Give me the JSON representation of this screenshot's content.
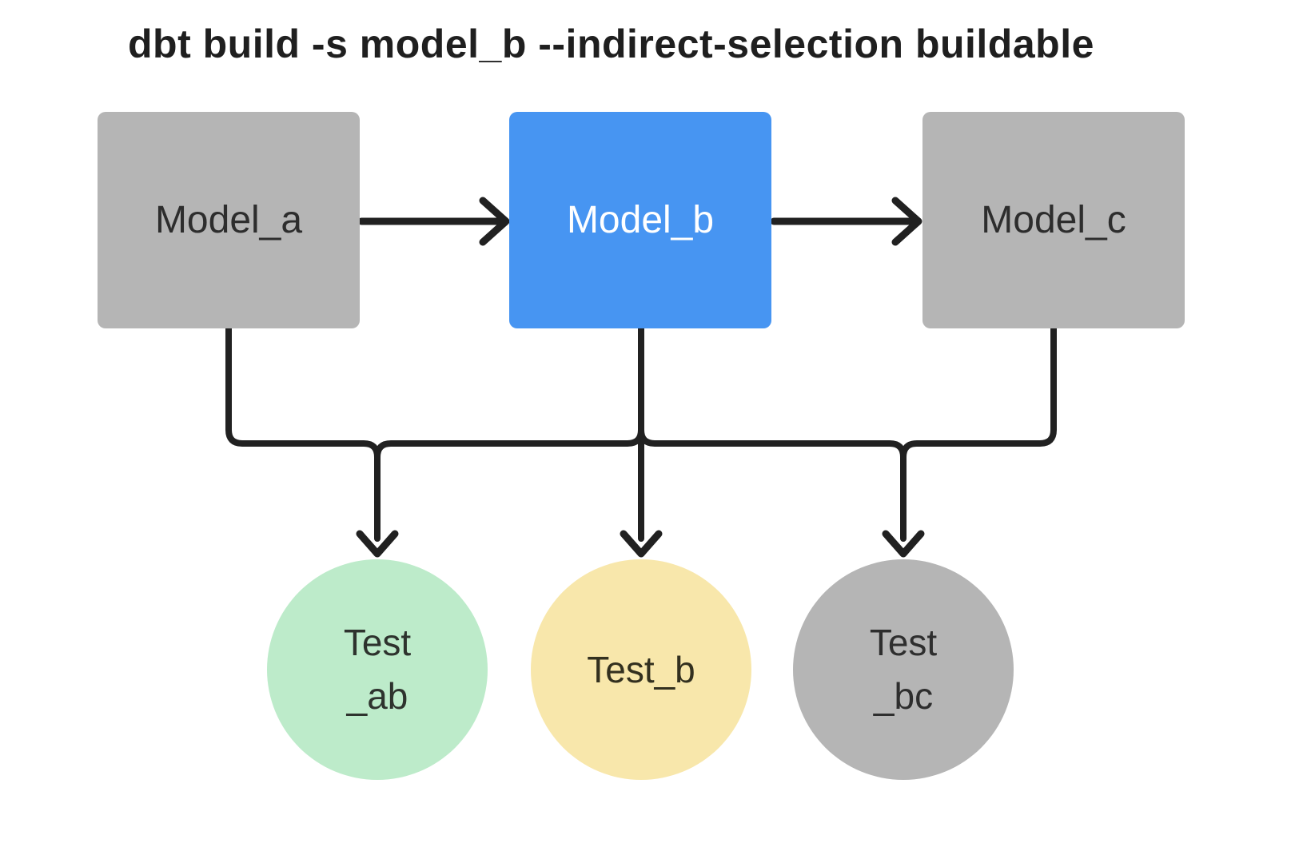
{
  "title": "dbt build -s model_b --indirect-selection buildable",
  "diagram": {
    "line_color": "#212121",
    "nodes": [
      {
        "id": "model-a",
        "label": "Model_a",
        "shape": "rect",
        "fill": "#b5b5b5",
        "text_color": "#2d2d2d",
        "role": "model, not selected"
      },
      {
        "id": "model-b",
        "label": "Model_b",
        "shape": "rect",
        "fill": "#4795f2",
        "text_color": "#ffffff",
        "role": "model, selected"
      },
      {
        "id": "model-c",
        "label": "Model_c",
        "shape": "rect",
        "fill": "#b5b5b5",
        "text_color": "#2d2d2d",
        "role": "model, not selected"
      },
      {
        "id": "test-ab",
        "label": "Test _ab",
        "lines": [
          "Test",
          "_ab"
        ],
        "shape": "circle",
        "fill": "#bdebca",
        "text_color": "#2e332e",
        "role": "test"
      },
      {
        "id": "test-b",
        "label": "Test_b",
        "lines": [
          "Test_b"
        ],
        "shape": "circle",
        "fill": "#f8e7ab",
        "text_color": "#33301f",
        "role": "test"
      },
      {
        "id": "test-bc",
        "label": "Test _bc",
        "lines": [
          "Test",
          "_bc"
        ],
        "shape": "circle",
        "fill": "#b5b5b5",
        "text_color": "#2e2e2e",
        "role": "test"
      }
    ],
    "edges": [
      {
        "from": "model_a",
        "to": "model_b",
        "type": "arrow"
      },
      {
        "from": "model_b",
        "to": "model_c",
        "type": "arrow"
      },
      {
        "from": "model_a",
        "to": "test_ab",
        "type": "arrow"
      },
      {
        "from": "model_b",
        "to": "test_ab",
        "type": "arrow"
      },
      {
        "from": "model_b",
        "to": "test_b",
        "type": "arrow"
      },
      {
        "from": "model_b",
        "to": "test_bc",
        "type": "arrow"
      },
      {
        "from": "model_c",
        "to": "test_bc",
        "type": "arrow"
      }
    ]
  }
}
